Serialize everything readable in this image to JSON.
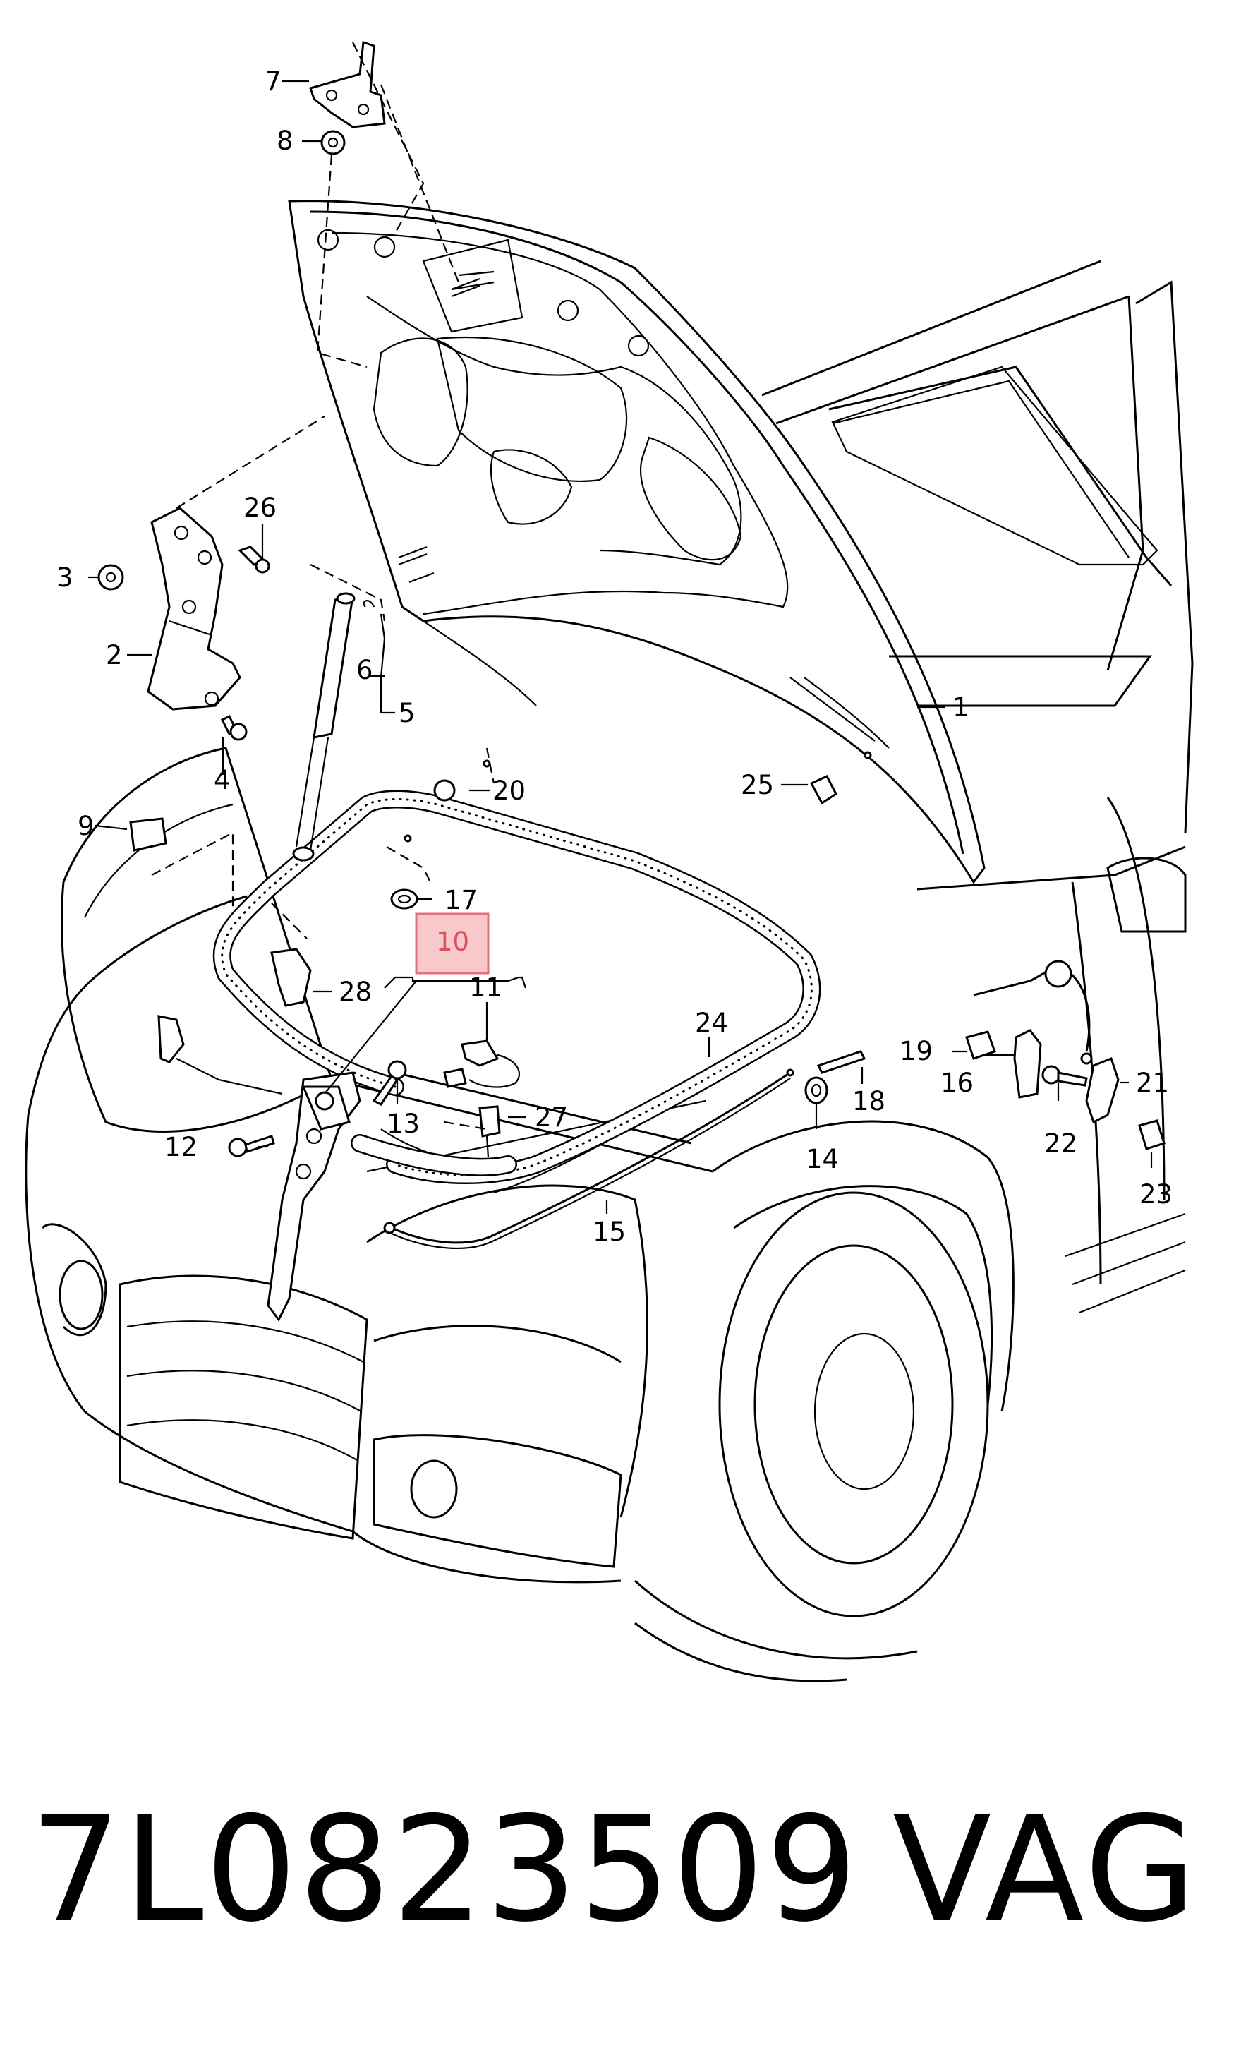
{
  "callouts": [
    {
      "id": "c1",
      "label": "1"
    },
    {
      "id": "c2",
      "label": "2"
    },
    {
      "id": "c3",
      "label": "3"
    },
    {
      "id": "c4",
      "label": "4"
    },
    {
      "id": "c5",
      "label": "5"
    },
    {
      "id": "c6",
      "label": "6"
    },
    {
      "id": "c7",
      "label": "7"
    },
    {
      "id": "c8",
      "label": "8"
    },
    {
      "id": "c9",
      "label": "9"
    },
    {
      "id": "c10",
      "label": "10",
      "highlighted": true
    },
    {
      "id": "c11",
      "label": "11"
    },
    {
      "id": "c12",
      "label": "12"
    },
    {
      "id": "c13",
      "label": "13"
    },
    {
      "id": "c14",
      "label": "14"
    },
    {
      "id": "c15",
      "label": "15"
    },
    {
      "id": "c16",
      "label": "16"
    },
    {
      "id": "c17",
      "label": "17"
    },
    {
      "id": "c18",
      "label": "18"
    },
    {
      "id": "c19",
      "label": "19"
    },
    {
      "id": "c20",
      "label": "20"
    },
    {
      "id": "c21",
      "label": "21"
    },
    {
      "id": "c22",
      "label": "22"
    },
    {
      "id": "c23",
      "label": "23"
    },
    {
      "id": "c24",
      "label": "24"
    },
    {
      "id": "c25",
      "label": "25"
    },
    {
      "id": "c26",
      "label": "26"
    },
    {
      "id": "c27",
      "label": "27"
    },
    {
      "id": "c28",
      "label": "28"
    }
  ],
  "footer": {
    "part_number": "7L0823509",
    "brand": "VAG"
  },
  "colors": {
    "highlight_fill": "#f7c9cd",
    "highlight_stroke": "#e0707a",
    "highlight_text": "#d9535e",
    "line": "#000000"
  }
}
